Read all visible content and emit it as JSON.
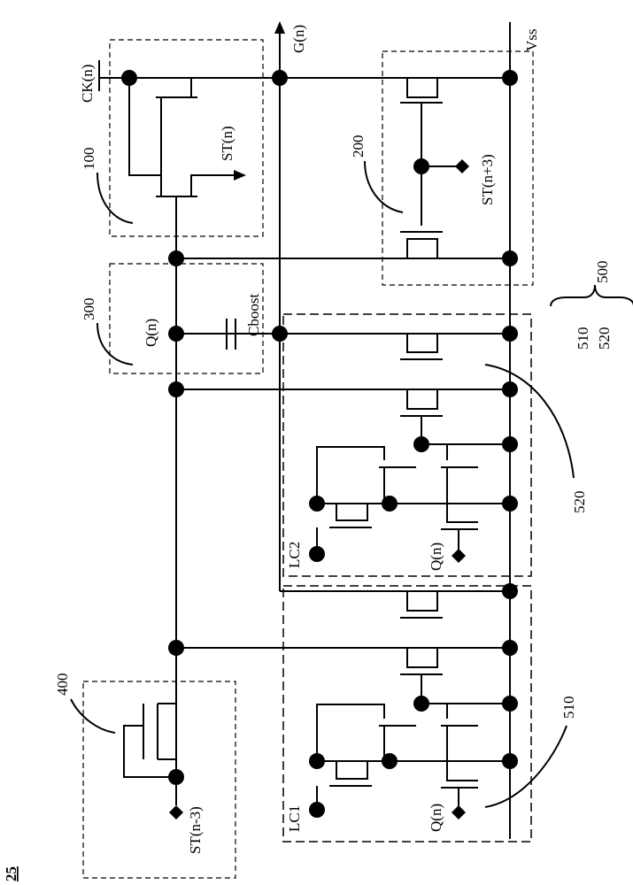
{
  "figure": {
    "number": "25",
    "labels": {
      "ck": "CK(n)",
      "gn": "G(n)",
      "vss": "Vss",
      "st_n": "ST(n)",
      "st_n3p": "ST(n+3)",
      "st_n3m": "ST(n-3)",
      "q_main": "Q(n)",
      "q_lc2": "Q(n)",
      "q_lc1": "Q(n)",
      "cboost": "Cboost",
      "lc1": "LC1",
      "lc2": "LC2"
    },
    "refs": {
      "r100": "100",
      "r200": "200",
      "r300": "300",
      "r400": "400",
      "r510": "510",
      "r520": "520",
      "r500": "500",
      "r510b": "510",
      "r520b": "520"
    }
  }
}
